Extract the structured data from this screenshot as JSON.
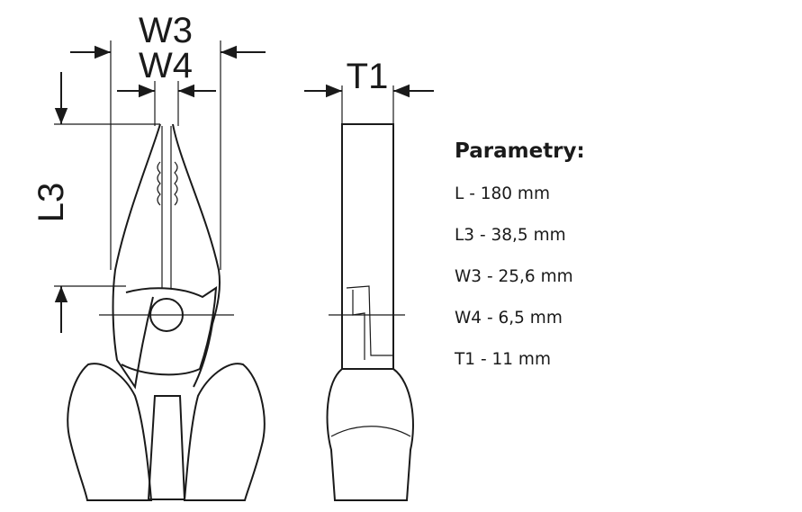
{
  "dimension_labels": {
    "w3": "W3",
    "w4": "W4",
    "l3": "L3",
    "t1": "T1"
  },
  "parameters": {
    "title": "Parametry:",
    "rows": [
      "L - 180 mm",
      "L3 - 38,5 mm",
      "W3 - 25,6 mm",
      "W4 - 6,5 mm",
      "T1 - 11 mm"
    ]
  }
}
